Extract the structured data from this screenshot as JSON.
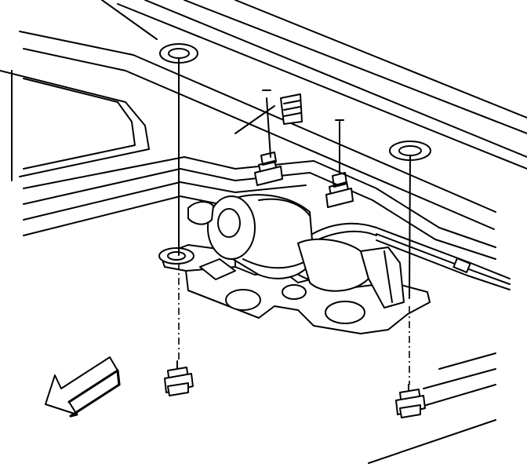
{
  "figure": {
    "style": "black line art on white",
    "colors": {
      "line": "#000000",
      "background": "#ffffff"
    },
    "components": [
      "underbody-panel",
      "actuator-motor",
      "mounting-bracket",
      "wiring-harness",
      "grommet",
      "bolt",
      "clip",
      "front-arrow-icon"
    ],
    "bolt_count": 4,
    "grommet_count": 3
  }
}
